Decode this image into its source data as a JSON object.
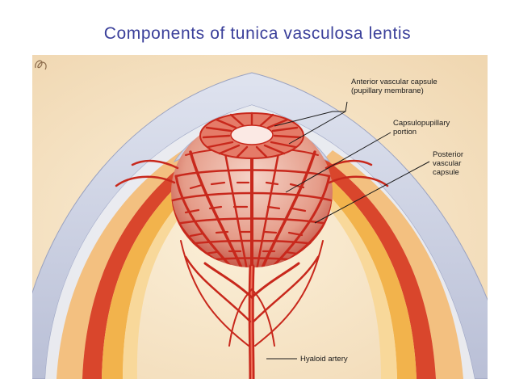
{
  "slide": {
    "title": "Components of tunica vasculosa lentis"
  },
  "figure": {
    "labels": {
      "anterior": [
        "Anterior vascular capsule",
        "(pupillary membrane)"
      ],
      "capsulopupillary": [
        "Capsulopupillary",
        "portion"
      ],
      "posterior": [
        "Posterior",
        "vascular",
        "capsule"
      ],
      "hyaloid": [
        "Hyaloid artery"
      ]
    }
  },
  "colors": {
    "title": "#3a3f9a",
    "background": "#f5e3c4",
    "vessel": "#c8281c",
    "vessel_highlight": "#ef6f58",
    "lens": "#e6a898",
    "cornea": "#cfd4e6",
    "leader": "#1a1a1a"
  }
}
